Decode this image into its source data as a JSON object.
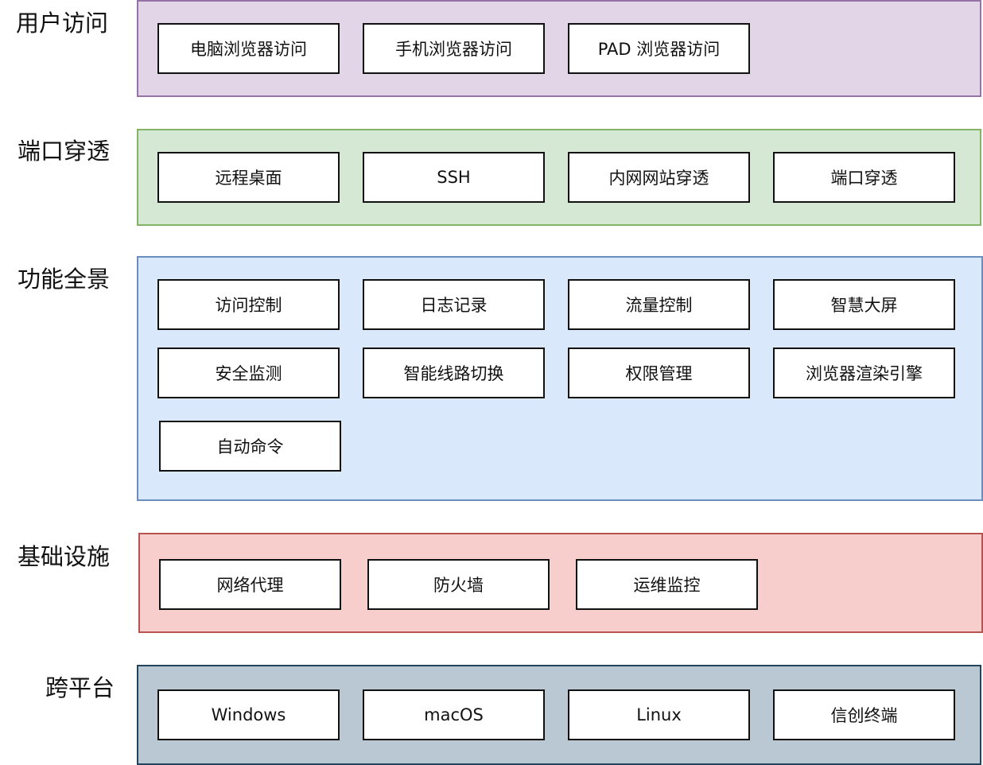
{
  "layers": [
    {
      "name": "用户访问",
      "fill": "#e1d5e7",
      "stroke": "#9673a6",
      "items": [
        "电脑浏览器访问",
        "手机浏览器访问",
        "PAD 浏览器访问"
      ]
    },
    {
      "name": "端口穿透",
      "fill": "#d5e8d4",
      "stroke": "#82b366",
      "items": [
        "远程桌面",
        "SSH",
        "内网网站穿透",
        "端口穿透"
      ]
    },
    {
      "name": "功能全景",
      "fill": "#dae8fc",
      "stroke": "#6c8ebf",
      "items": [
        "访问控制",
        "日志记录",
        "流量控制",
        "智慧大屏",
        "安全监测",
        "智能线路切换",
        "权限管理",
        "浏览器渲染引擎",
        "自动命令"
      ]
    },
    {
      "name": "基础设施",
      "fill": "#f8cecc",
      "stroke": "#b85450",
      "items": [
        "网络代理",
        "防火墙",
        "运维监控"
      ]
    },
    {
      "name": "跨平台",
      "fill": "#bac8d3",
      "stroke": "#23445d",
      "items": [
        "Windows",
        "macOS",
        "Linux",
        "信创终端"
      ]
    }
  ]
}
